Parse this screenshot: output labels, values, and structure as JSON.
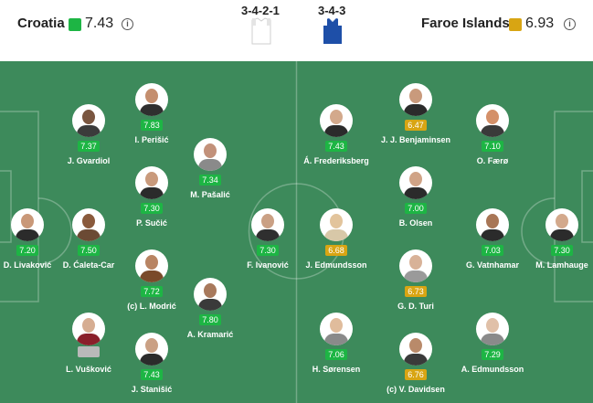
{
  "home": {
    "name": "Croatia",
    "rating": "7.43",
    "formation": "3-4-2-1",
    "color": "#1db544"
  },
  "away": {
    "name": "Faroe Islands",
    "rating": "6.93",
    "formation": "3-4-3",
    "color": "#d8a513"
  },
  "info_icon": "ⓘ",
  "home_players": [
    {
      "name": "D. Livaković",
      "rating": "7.20",
      "rating_color": "green"
    },
    {
      "name": "D. Ćaleta-Car",
      "rating": "7.50",
      "rating_color": "green"
    },
    {
      "name": "J. Gvardiol",
      "rating": "7.37",
      "rating_color": "green"
    },
    {
      "name": "L. Vušković",
      "rating": "",
      "rating_color": "grey"
    },
    {
      "name": "I. Perišić",
      "rating": "7.83",
      "rating_color": "green"
    },
    {
      "name": "P. Sučić",
      "rating": "7.30",
      "rating_color": "green"
    },
    {
      "name": "(c) L. Modrić",
      "rating": "7.72",
      "rating_color": "green"
    },
    {
      "name": "J. Stanišić",
      "rating": "7.43",
      "rating_color": "green"
    },
    {
      "name": "M. Pašalić",
      "rating": "7.34",
      "rating_color": "green"
    },
    {
      "name": "A. Kramarić",
      "rating": "7.80",
      "rating_color": "green"
    },
    {
      "name": "F. Ivanović",
      "rating": "7.30",
      "rating_color": "green"
    }
  ],
  "away_players": [
    {
      "name": "M. Lamhauge",
      "rating": "7.30",
      "rating_color": "green"
    },
    {
      "name": "O. Færø",
      "rating": "7.10",
      "rating_color": "green"
    },
    {
      "name": "G. Vatnhamar",
      "rating": "7.03",
      "rating_color": "green"
    },
    {
      "name": "A. Edmundsson",
      "rating": "7.29",
      "rating_color": "green"
    },
    {
      "name": "J. J. Benjaminsen",
      "rating": "6.47",
      "rating_color": "yellow"
    },
    {
      "name": "B. Olsen",
      "rating": "7.00",
      "rating_color": "green"
    },
    {
      "name": "G. D. Turi",
      "rating": "6.73",
      "rating_color": "yellow"
    },
    {
      "name": "(c) V. Davidsen",
      "rating": "6.76",
      "rating_color": "yellow"
    },
    {
      "name": "Á. Frederiksberg",
      "rating": "7.43",
      "rating_color": "green"
    },
    {
      "name": "J. Edmundsson",
      "rating": "6.68",
      "rating_color": "yellow"
    },
    {
      "name": "H. Sørensen",
      "rating": "7.06",
      "rating_color": "green"
    }
  ]
}
